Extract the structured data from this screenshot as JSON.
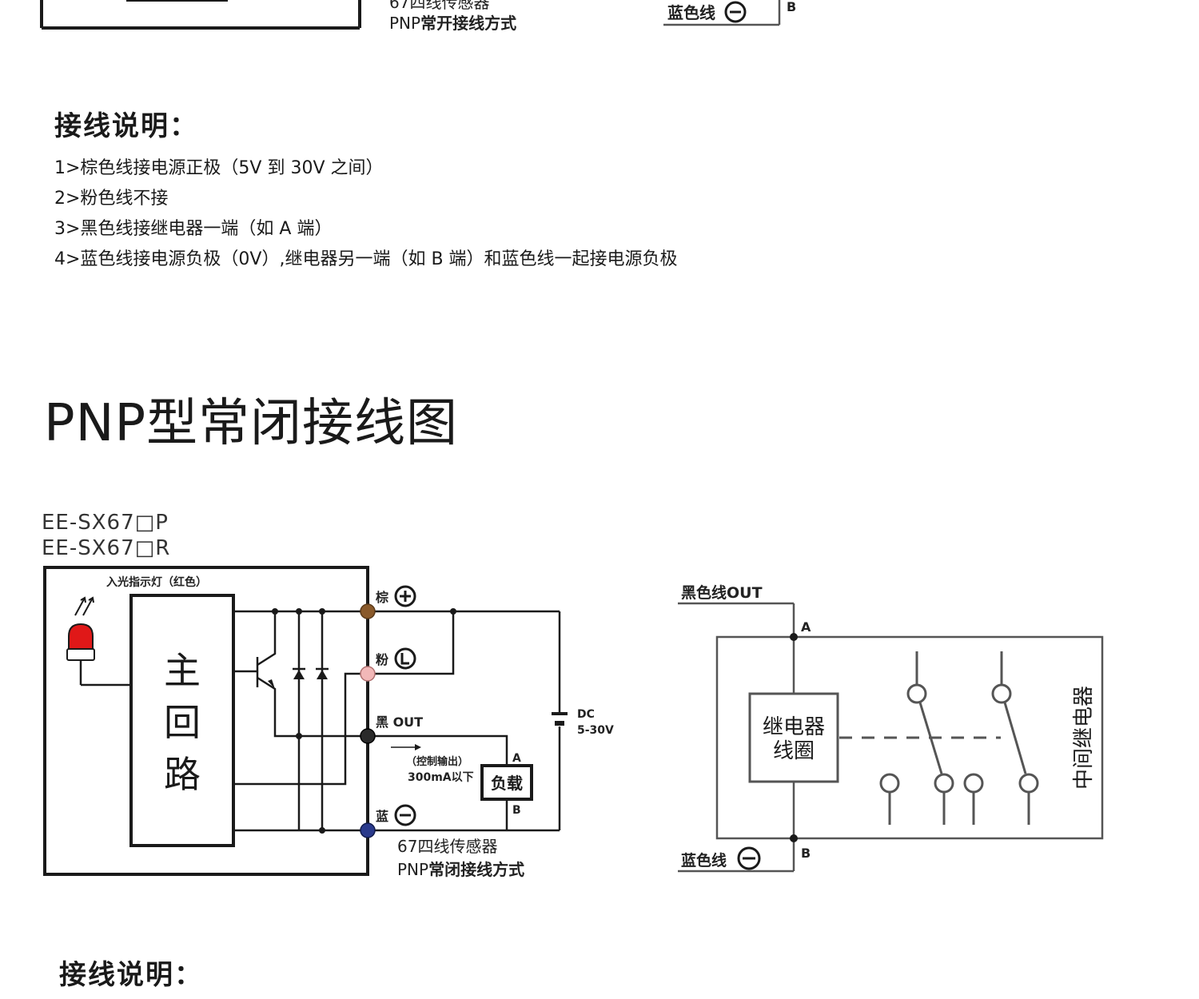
{
  "top_fragment": {
    "caption_line1": "67四线传感器",
    "caption_line2_prefix": "PNP",
    "caption_line2_bold": "常开接线方式",
    "blue_wire": "蓝色线",
    "b_terminal": "B"
  },
  "notes_section_1": {
    "title": "接线说明：",
    "lines": [
      "1>棕色线接电源正极（5V 到 30V 之间）",
      "2>粉色线不接",
      "3>黑色线接继电器一端（如 A 端）",
      "4>蓝色线接电源负极（0V）,继电器另一端（如 B 端）和蓝色线一起接电源负极"
    ]
  },
  "nc_section": {
    "title": "PNP型常闭接线图",
    "models": [
      "EE-SX67□P",
      "EE-SX67□R"
    ],
    "sensor": {
      "indicator_label": "入光指示灯（红色）",
      "main_circuit": [
        "主",
        "回",
        "路"
      ],
      "terminals": {
        "brown": "棕",
        "pink": "粉",
        "black_out": "黑 OUT",
        "blue": "蓝"
      },
      "output_note_line1": "（控制输出）",
      "output_note_line2": "300mA以下",
      "load_label": "负载",
      "load_a": "A",
      "load_b": "B",
      "dc_label": "DC",
      "dc_range": "5-30V",
      "caption_line1": "67四线传感器",
      "caption_line2_prefix": "PNP",
      "caption_line2_bold": "常闭接线方式"
    },
    "relay": {
      "black_out": "黑色线OUT",
      "a_terminal": "A",
      "coil_line1": "继电器",
      "coil_line2": "线圈",
      "side_label": "中间继电器",
      "blue_wire": "蓝色线",
      "b_terminal": "B"
    },
    "colors": {
      "brown": "#8a5a2b",
      "pink": "#f2b8b8",
      "black": "#2a2a2a",
      "blue": "#2a3a8c",
      "led_red": "#e01818"
    }
  },
  "notes_section_2": {
    "title": "接线说明："
  }
}
